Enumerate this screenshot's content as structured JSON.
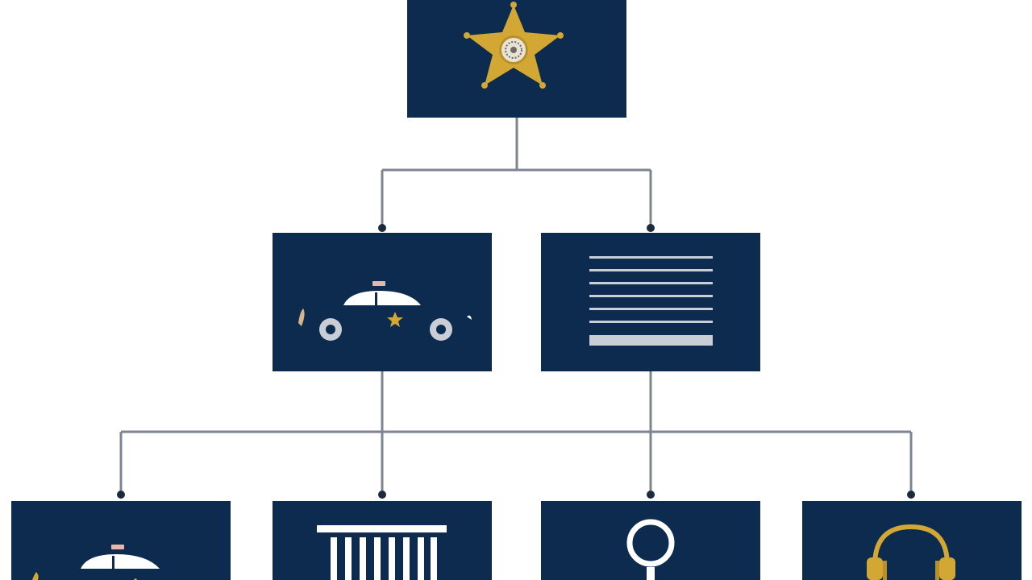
{
  "colors": {
    "background": "#ffffff",
    "node_fill": "#0d2b4e",
    "connector": "#7d8591",
    "connector_dot": "#1b2a3d",
    "badge_gold": "#d3a733",
    "icon_white": "#ffffff",
    "icon_light_gray": "#c9ced6"
  },
  "nodes": [
    {
      "id": "root",
      "icon": "sheriff-star-badge-icon"
    },
    {
      "id": "patrol",
      "icon": "patrol-car-icon"
    },
    {
      "id": "records",
      "icon": "document-lines-icon"
    },
    {
      "id": "patrol-unit",
      "icon": "patrol-car-icon"
    },
    {
      "id": "jail",
      "icon": "jail-bars-icon"
    },
    {
      "id": "investigations",
      "icon": "magnifying-glass-icon"
    },
    {
      "id": "dispatch",
      "icon": "headset-icon"
    }
  ],
  "edges": [
    {
      "from": "root",
      "to": "patrol"
    },
    {
      "from": "root",
      "to": "records"
    },
    {
      "from": "patrol",
      "to": "patrol-unit"
    },
    {
      "from": "patrol",
      "to": "jail"
    },
    {
      "from": "records",
      "to": "investigations"
    },
    {
      "from": "records",
      "to": "dispatch"
    }
  ]
}
